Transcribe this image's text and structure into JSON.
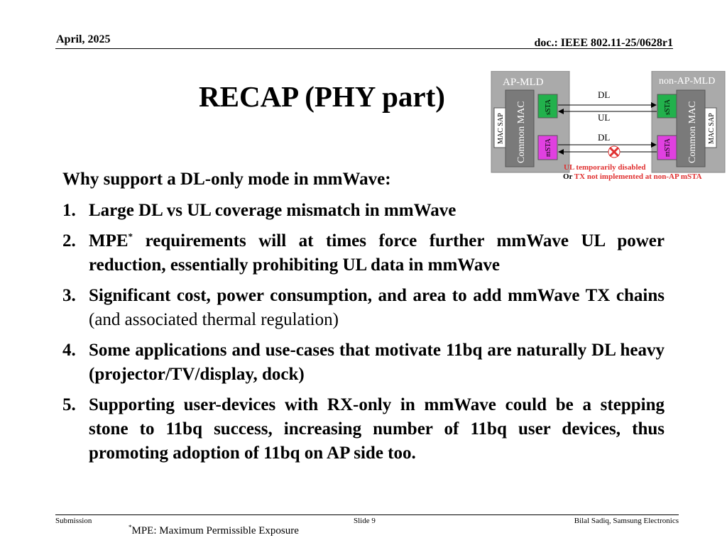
{
  "header": {
    "date": "April, 2025",
    "doc_id": "doc.: IEEE 802.11-25/0628r1"
  },
  "title": "RECAP (PHY part)",
  "diagram": {
    "ap_label": "AP-MLD",
    "non_ap_label": "non-AP-MLD",
    "common_mac": "Common MAC",
    "mac_sap": "MAC SAP",
    "ssta": "sSTA",
    "msta": "mSTA",
    "dl": "DL",
    "ul": "UL",
    "dl2": "DL",
    "note1": "UL temporarily disabled",
    "note2_prefix": "Or ",
    "note2_main": "TX not implemented at non-AP mSTA",
    "colors": {
      "panel": "#aaaaaa",
      "mac": "#7a7a7a",
      "ssta": "#22b14c",
      "msta": "#e040e0",
      "note": "#e03030"
    }
  },
  "body": {
    "heading": "Why support a DL-only mode in mmWave:",
    "items": [
      {
        "num": "1.",
        "text": "Large DL vs UL coverage mismatch in mmWave"
      },
      {
        "num": "2.",
        "pre": "MPE",
        "sup": "*",
        "text": " requirements will at times force further mmWave UL power reduction, essentially prohibiting UL data in mmWave"
      },
      {
        "num": "3.",
        "text": "Significant cost, power consumption, and area to add mmWave TX chains",
        "normal": " (and associated thermal regulation)"
      },
      {
        "num": "4.",
        "text": "Some applications and use-cases that motivate 11bq are naturally DL heavy (projector/TV/display, dock)"
      },
      {
        "num": "5.",
        "text": "Supporting user-devices with RX-only in mmWave could be a stepping stone to 11bq success, increasing number of 11bq user devices, thus promoting adoption of 11bq on AP side too."
      }
    ]
  },
  "footer": {
    "left": "Submission",
    "center": "Slide 9",
    "right": "Bilal Sadiq, Samsung Electronics",
    "footnote_sup": "*",
    "footnote": "MPE: Maximum Permissible Exposure"
  }
}
